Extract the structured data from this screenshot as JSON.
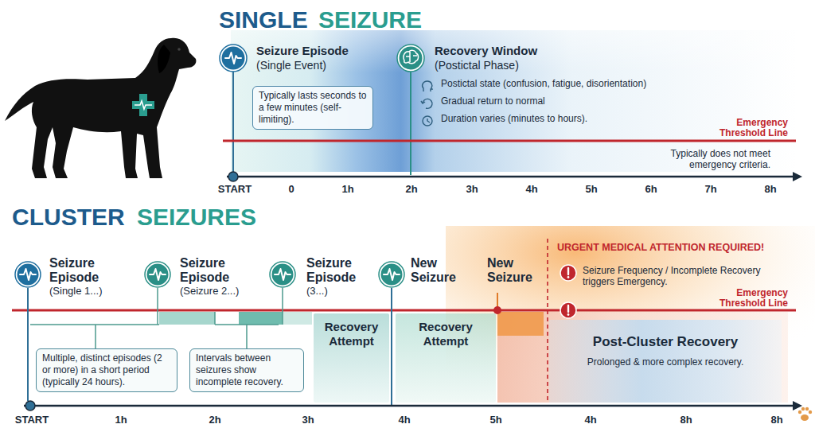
{
  "diagram": {
    "nodes": [
      {
        "text": [
          "Seizure Episode",
          "(Single Event)"
        ]
      },
      {
        "text": [
          "Typically lasts seconds to a few minutes (self-limiting)."
        ]
      },
      {
        "text": [
          "Recovery Window",
          "(Postictal Phase)",
          "Postictal state (confusion, fatigue, disorientation)",
          "Gradual return to normal",
          "Duration varies (minutes to hours)."
        ]
      },
      {
        "text": [
          "Seizure Episode",
          "(Single 1...)"
        ]
      },
      {
        "text": [
          "Seizure Episode",
          "(Seizure 2...)"
        ]
      },
      {
        "text": [
          "Seizure Episode",
          "(3...)"
        ]
      },
      {
        "text": [
          "New Seizure"
        ]
      },
      {
        "text": [
          "New Seizure"
        ]
      },
      {
        "text": [
          "Multiple, distinct episodes (2 or more) in a short period (typically 24 hours)."
        ]
      },
      {
        "text": [
          "Intervals between seizures show incomplete recovery."
        ]
      },
      {
        "text": [
          "Recovery Attempt"
        ]
      },
      {
        "text": [
          "Recovery Attempt"
        ]
      },
      {
        "text": [
          "Post-Cluster Recovery",
          "Prolonged & more complex recovery."
        ]
      }
    ],
    "labels": [
      "SINGLE",
      "SEIZURE",
      "Emergency Threshold Line",
      "Typically does not meet emergency criteria.",
      "START",
      "0",
      "1h",
      "2h",
      "3h",
      "4h",
      "5h",
      "6h",
      "7h",
      "8h",
      "CLUSTER",
      "SEIZURES",
      "URGENT MEDICAL ATTENTION REQUIRED!",
      "Seizure Frequency / Incomplete Recovery triggers Emergency.",
      "Emergency Threshold Line",
      "START",
      "1h",
      "2h",
      "3h",
      "4h",
      "5h",
      "4h",
      "8h",
      "8h"
    ]
  }
}
